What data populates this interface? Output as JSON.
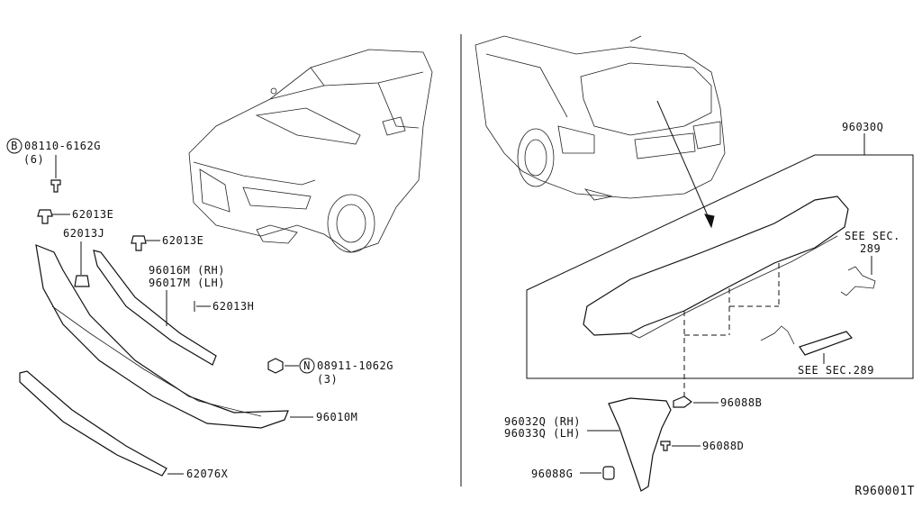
{
  "diagram": {
    "left_panel": {
      "labels": {
        "bolt_b_part": "08110-6162G",
        "bolt_b_qty": "(6)",
        "bolt_b_symbol": "B",
        "clip_e_upper": "62013E",
        "clip_j": "62013J",
        "clip_e_lower": "62013E",
        "molding_rh": "96016M (RH)",
        "molding_lh": "96017M (LH)",
        "clip_h": "62013H",
        "nut_n_symbol": "N",
        "nut_n_part": "08911-1062G",
        "nut_n_qty": "(3)",
        "spoiler_front": "96010M",
        "strip": "62076X"
      }
    },
    "right_panel": {
      "labels": {
        "rear_spoiler": "96030Q",
        "see_sec_upper_1": "SEE SEC.",
        "see_sec_upper_2": "289",
        "see_sec_lower": "SEE SEC.289",
        "grommet": "96088B",
        "mudguard_rh": "96032Q (RH)",
        "mudguard_lh": "96033Q (LH)",
        "screw": "96088D",
        "cap": "96088G"
      }
    },
    "diagram_code": "R960001T"
  }
}
